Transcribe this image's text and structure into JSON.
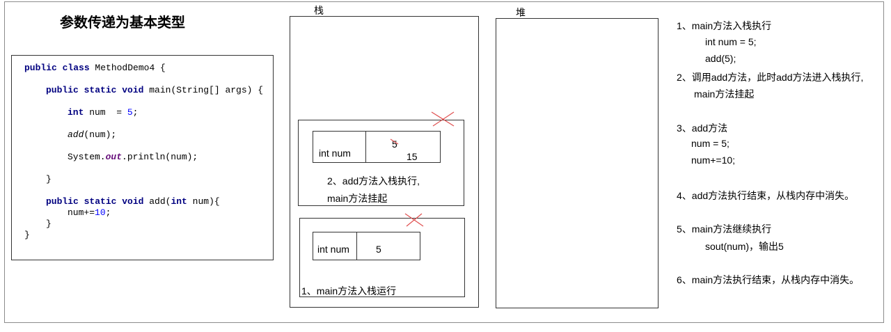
{
  "title": "参数传递为基本类型",
  "code": {
    "line1_kw": "public class",
    "line1_rest": " MethodDemo4 {",
    "line2_kw": "public static void",
    "line2_rest": " main(String[] args) {",
    "line3_kw": "int",
    "line3_mid": " num  = ",
    "line3_num": "5",
    "line3_end": ";",
    "line4_call": "add",
    "line4_rest": "(num);",
    "line5_a": "System.",
    "line5_field": "out",
    "line5_b": ".println(num);",
    "line6": "}",
    "line7_kw": "public static void",
    "line7_mid": " add(",
    "line7_kw2": "int",
    "line7_end": " num){",
    "line8_a": "num+=",
    "line8_num": "10",
    "line8_end": ";",
    "line9": "}",
    "line10": "}"
  },
  "stack": {
    "label": "栈",
    "add_frame": {
      "var_name": "int  num",
      "old_value": "5",
      "new_value": "15",
      "caption_line1": "2、add方法入栈执行,",
      "caption_line2": "main方法挂起"
    },
    "main_frame": {
      "var_name": "int  num",
      "value": "5",
      "caption": "1、main方法入栈运行"
    }
  },
  "heap": {
    "label": "堆"
  },
  "steps": [
    "1、main方法入栈执行",
    "int  num  = 5;",
    "add(5);",
    "2、调用add方法，此时add方法进入栈执行,",
    "main方法挂起",
    "3、add方法",
    "num = 5;",
    "num+=10;",
    "4、add方法执行结束，从栈内存中消失。",
    "5、main方法继续执行",
    "sout(num)，输出5",
    "6、main方法执行结束，从栈内存中消失。"
  ],
  "colors": {
    "keyword": "#000080",
    "number": "#0000ff",
    "static_field": "#660e7a",
    "cross_mark": "#e05050",
    "border": "#333333"
  }
}
